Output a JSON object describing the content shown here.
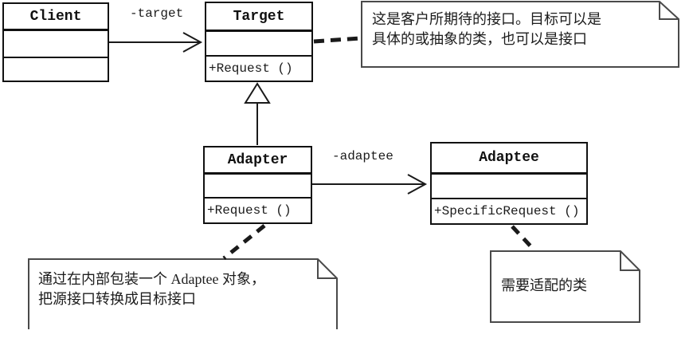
{
  "classes": {
    "client": {
      "name": "Client"
    },
    "target": {
      "name": "Target",
      "method": "+Request ()"
    },
    "adapter": {
      "name": "Adapter",
      "method": "+Request ()"
    },
    "adaptee": {
      "name": "Adaptee",
      "method": "+SpecificRequest ()"
    }
  },
  "labels": {
    "target_role": "-target",
    "adaptee_role": "-adaptee"
  },
  "notes": {
    "target_note": {
      "line1": "这是客户所期待的接口。目标可以是",
      "line2": "具体的或抽象的类，也可以是接口"
    },
    "adapter_note": {
      "line1": "通过在内部包装一个 Adaptee 对象，",
      "line2": "把源接口转换成目标接口"
    },
    "adaptee_note": {
      "line1": "需要适配的类"
    }
  },
  "colors": {
    "class_border": "#111111",
    "note_border": "#4a4a4a",
    "connector_line": "#1a1a1a",
    "background": "#ffffff"
  }
}
